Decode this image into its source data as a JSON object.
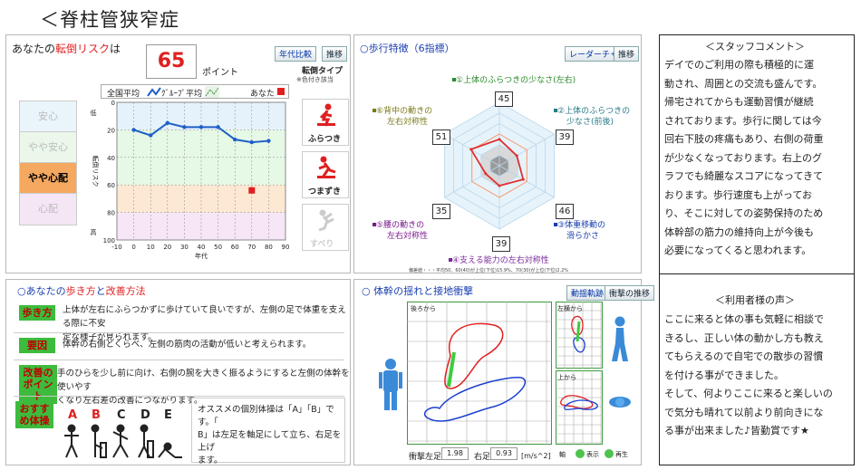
{
  "title": "＜脊柱管狭窄症",
  "risk": {
    "heading_pre": "あなたの",
    "heading_red": "転倒リスク",
    "heading_post": "は",
    "score": "65",
    "score_unit": "ポイント",
    "btn_age_compare": "年代比較",
    "btn_trend": "推移",
    "bands": [
      "安心",
      "やや安心",
      "やや心配",
      "心配"
    ],
    "legend_national": "全国平均",
    "legend_group": "ｸﾞﾙｰﾌﾟ平均",
    "legend_you": "あなた",
    "y_label_low": "低",
    "y_label_high": "高",
    "y_axis_label": "転倒リスク",
    "x_axis_label": "年代",
    "fall_type_title": "転倒タイプ",
    "fall_type_note": "※色付き該当",
    "fall_types": [
      "ふらつき",
      "つまずき",
      "すべり"
    ]
  },
  "gait": {
    "heading": "○歩行特徴（6指標）",
    "btn_radar": "レーダーチャート",
    "btn_trend": "推移",
    "footnote": "偏差値・・・平均50、60(40)が上位(下位)15.9%、70(30)が上位(下位)2.2%",
    "indicators": [
      {
        "label1": "①上体のふらつきの少なさ(左右)",
        "label2": "",
        "value": "45"
      },
      {
        "label1": "②上体のふらつきの",
        "label2": "少なさ(前後)",
        "value": "39"
      },
      {
        "label1": "③体重移動の",
        "label2": "滑らかさ",
        "value": "46"
      },
      {
        "label1": "④支える能力の左右対称性",
        "label2": "",
        "value": "39"
      },
      {
        "label1": "⑤腰の動きの",
        "label2": "左右対称性",
        "value": "35"
      },
      {
        "label1": "⑥背中の動きの",
        "label2": "左右対称性",
        "value": "51"
      }
    ]
  },
  "walk": {
    "heading_pre": "○あなたの",
    "heading_red1": "歩き方",
    "heading_mid": "と",
    "heading_red2": "改善方法",
    "rows": [
      {
        "tag": "歩き方",
        "text1": "上体が左右にふらつかずに歩けていて良いですが、左側の足で体重を支える際に不安",
        "text2": "定な様子が見られます。"
      },
      {
        "tag": "要因",
        "text1": "体幹の右側とくらべ、左側の筋肉の活動が低いと考えられます。",
        "text2": ""
      },
      {
        "tag": "改善のポイント",
        "text1": "手のひらを少し前に向け、右側の腕を大きく振るようにすると左側の体幹を使いやす",
        "text2": "くなり左右差の改善につながります。"
      }
    ],
    "rec_tag": "おすすめ体操",
    "exercise_letters": [
      "A",
      "B",
      "C",
      "D",
      "E"
    ],
    "rec_text1": "オススメの個別体操は「A」「B」です。「",
    "rec_text2": "B」は左足を軸足にして立ち、右足を上げ",
    "rec_text3": "ます。"
  },
  "trunk": {
    "heading": "○ 体幹の揺れと接地衝撃",
    "btn_motion": "動揺軌跡",
    "btn_impact": "衝撃の推移",
    "view_back": "後ろから",
    "view_left": "左横から",
    "view_top": "上から",
    "impact_label": "衝撃",
    "left_label": "左足",
    "left_value": "1.98",
    "right_label": "右足",
    "right_value": "0.93",
    "unit": "[m/s^2]",
    "axis_label": "軸",
    "show_label": "表示",
    "replay_label": "再生"
  },
  "comments": {
    "staff_title": "＜スタッフコメント＞",
    "staff_lines": [
      "デイでのご利用の際も積極的に運",
      "動され、周囲との交流も盛んです。",
      "帰宅されてからも運動習慣が継続",
      "されております。歩行に関しては今",
      "回右下肢の疼痛もあり、右側の荷重",
      "が少なくなっております。右上のグ",
      "ラフでも綺麗なスコアになってきて",
      "おります。歩行速度も上がってお",
      "り、そこに対しての姿勢保持のため",
      "体幹部の筋力の維持向上が今後も",
      "必要になってくると思われます。"
    ],
    "user_title": "＜利用者様の声＞",
    "user_lines": [
      "ここに来ると体の事も気軽に相談で",
      "きるし、正しい体の動かし方も教え",
      "てもらえるので自宅での散歩の習慣",
      "を付ける事ができました。",
      "そして、何よりここに来ると楽しいの",
      "で気分も晴れて以前より前向きにな",
      "る事が出来ました♪皆勤賞です★"
    ]
  },
  "chart_data": [
    {
      "type": "line",
      "x": [
        0,
        10,
        20,
        30,
        40,
        50,
        60,
        70,
        80
      ],
      "series": [
        {
          "name": "ｸﾞﾙｰﾌﾟ平均",
          "values": [
            20,
            24,
            15,
            18,
            18,
            18,
            27,
            29,
            28
          ]
        },
        {
          "name": "あなた",
          "values": [
            null,
            null,
            null,
            null,
            null,
            null,
            null,
            64,
            null
          ]
        }
      ],
      "xlabel": "年代",
      "ylabel": "転倒リスク",
      "xlim": [
        -10,
        90
      ],
      "ylim": [
        0,
        100
      ],
      "xticks": [
        -10,
        0,
        10,
        20,
        30,
        40,
        50,
        60,
        70,
        80,
        90
      ],
      "yticks": [
        0,
        20,
        40,
        60,
        80,
        100
      ],
      "colors": {
        "line": "#1e5fc8",
        "you": "#e02020",
        "band1": "#e6f8e6",
        "band2": "#fde8d4",
        "band3": "#f6e6f6",
        "band0": "#e6f2fb"
      }
    },
    {
      "type": "radar",
      "categories": [
        "①",
        "②",
        "③",
        "④",
        "⑤",
        "⑥"
      ],
      "values": [
        45,
        39,
        46,
        39,
        35,
        51
      ],
      "range": [
        20,
        80
      ],
      "colors": {
        "you": "#e03030",
        "mean": "#ff9966"
      }
    }
  ]
}
